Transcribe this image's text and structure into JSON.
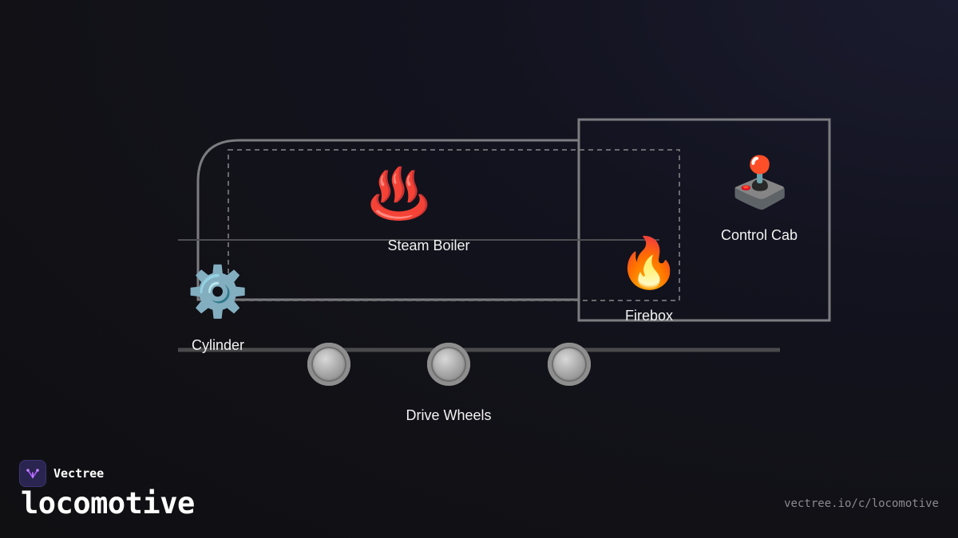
{
  "diagram": {
    "components": {
      "boiler": {
        "label": "Steam Boiler",
        "icon": "hot-springs-icon",
        "glyph": "♨️"
      },
      "firebox": {
        "label": "Firebox",
        "icon": "fire-icon",
        "glyph": "🔥"
      },
      "cab": {
        "label": "Control Cab",
        "icon": "joystick-icon",
        "glyph": "🕹️"
      },
      "cylinder": {
        "label": "Cylinder",
        "icon": "gear-icon",
        "glyph": "⚙️"
      },
      "wheels": {
        "label": "Drive Wheels",
        "icon": "wheel-icon",
        "count": 3
      }
    }
  },
  "footer": {
    "brand": "Vectree",
    "title": "locomotive",
    "url": "vectree.io/c/locomotive"
  },
  "colors": {
    "line": "#7c7c80",
    "dashed": "#6a6a6e",
    "rail": "#4a4a4c",
    "accent": "#a855f7"
  }
}
